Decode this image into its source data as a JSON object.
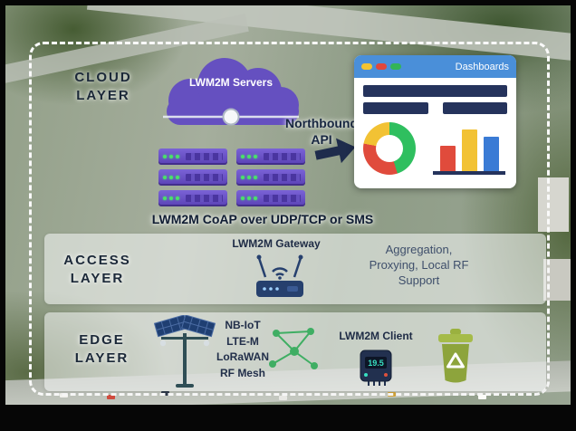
{
  "colors": {
    "cloud_purple": "#6550c0",
    "navy": "#25335c",
    "dashboard_header_blue": "#4a8fd9",
    "mesh_green": "#3fae63",
    "bin_green": "#8da43c"
  },
  "cloud_layer": {
    "label": "CLOUD\nLAYER",
    "servers_label": "LWM2M Servers",
    "northbound_label": "Northbound\nAPI",
    "dashboard": {
      "title": "Dashboards",
      "donut_segments": [
        {
          "color": "#2fbf5f",
          "pct": 45
        },
        {
          "color": "#e04b3c",
          "pct": 33
        },
        {
          "color": "#f2c234",
          "pct": 22
        }
      ],
      "bars": [
        {
          "color": "#e04b3c",
          "h": 28
        },
        {
          "color": "#f2c234",
          "h": 46
        },
        {
          "color": "#3a7bd5",
          "h": 38
        }
      ]
    }
  },
  "transport_label": "LWM2M CoAP over UDP/TCP or SMS",
  "access_layer": {
    "label": "ACCESS\nLAYER",
    "gateway_label": "LWM2M Gateway",
    "description": "Aggregation,\nProxying, Local RF\nSupport"
  },
  "edge_layer": {
    "label": "EDGE\nLAYER",
    "protocols": [
      "NB-IoT",
      "LTE-M",
      "LoRaWAN",
      "RF Mesh"
    ],
    "client_label": "LWM2M Client",
    "client_reading": "19.5"
  }
}
